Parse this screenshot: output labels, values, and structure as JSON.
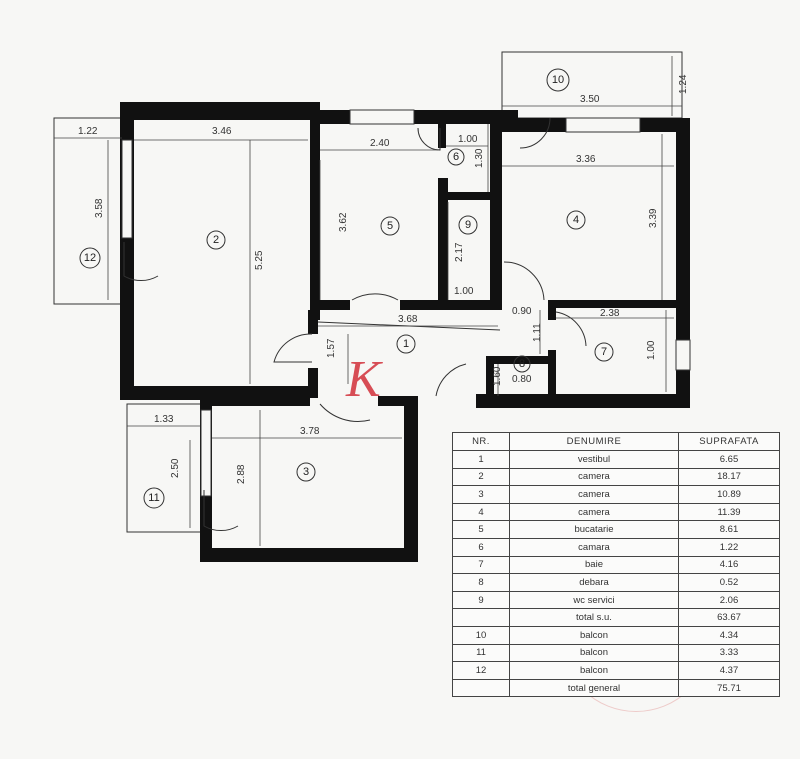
{
  "watermark": "K",
  "rooms": [
    {
      "id": "1",
      "label": "1"
    },
    {
      "id": "2",
      "label": "2"
    },
    {
      "id": "3",
      "label": "3"
    },
    {
      "id": "4",
      "label": "4"
    },
    {
      "id": "5",
      "label": "5"
    },
    {
      "id": "6",
      "label": "6"
    },
    {
      "id": "7",
      "label": "7"
    },
    {
      "id": "8",
      "label": "8"
    },
    {
      "id": "9",
      "label": "9"
    },
    {
      "id": "10",
      "label": "10"
    },
    {
      "id": "11",
      "label": "11"
    },
    {
      "id": "12",
      "label": "12"
    }
  ],
  "dimensions": {
    "d122": "1.22",
    "d346": "3.46",
    "d240": "2.40",
    "d100a": "1.00",
    "d130": "1.30",
    "d350": "3.50",
    "d124": "1.24",
    "d336": "3.36",
    "d339": "3.39",
    "d358": "3.58",
    "d525": "5.25",
    "d362": "3.62",
    "d217": "2.17",
    "d100b": "1.00",
    "d090": "0.90",
    "d368": "3.68",
    "d111": "1.11",
    "d238": "2.38",
    "d100c": "1.00",
    "d157": "1.57",
    "d160": "1.60",
    "d080": "0.80",
    "d133": "1.33",
    "d378": "3.78",
    "d250": "2.50",
    "d288": "2.88"
  },
  "table": {
    "headers": [
      "NR.",
      "DENUMIRE",
      "SUPRAFATA"
    ],
    "rows": [
      {
        "nr": "1",
        "name": "vestibul",
        "area": "6.65"
      },
      {
        "nr": "2",
        "name": "camera",
        "area": "18.17"
      },
      {
        "nr": "3",
        "name": "camera",
        "area": "10.89"
      },
      {
        "nr": "4",
        "name": "camera",
        "area": "11.39"
      },
      {
        "nr": "5",
        "name": "bucatarie",
        "area": "8.61"
      },
      {
        "nr": "6",
        "name": "camara",
        "area": "1.22"
      },
      {
        "nr": "7",
        "name": "baie",
        "area": "4.16"
      },
      {
        "nr": "8",
        "name": "debara",
        "area": "0.52"
      },
      {
        "nr": "9",
        "name": "wc servici",
        "area": "2.06"
      },
      {
        "nr": "",
        "name": "total s.u.",
        "area": "63.67"
      },
      {
        "nr": "10",
        "name": "balcon",
        "area": "4.34"
      },
      {
        "nr": "11",
        "name": "balcon",
        "area": "3.33"
      },
      {
        "nr": "12",
        "name": "balcon",
        "area": "4.37"
      },
      {
        "nr": "",
        "name": "total general",
        "area": "75.71"
      }
    ]
  }
}
